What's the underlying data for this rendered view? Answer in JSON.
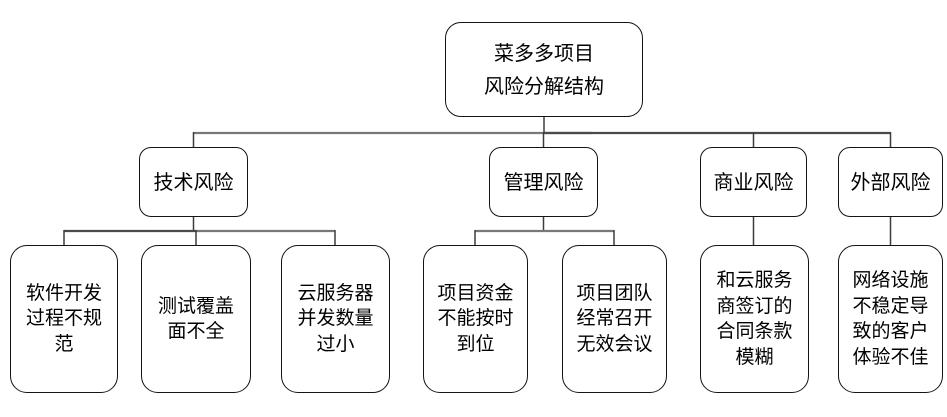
{
  "diagram": {
    "type": "tree",
    "root": {
      "line1": "菜多多项目",
      "line2": "风险分解结构"
    },
    "level2": [
      {
        "label": "技术风险"
      },
      {
        "label": "管理风险"
      },
      {
        "label": "商业风险"
      },
      {
        "label": "外部风险"
      }
    ],
    "leaves": [
      {
        "label": "软件开发过程不规范",
        "parent": "技术风险"
      },
      {
        "label": "测试覆盖面不全",
        "parent": "技术风险"
      },
      {
        "label": "云服务器并发数量过小",
        "parent": "技术风险"
      },
      {
        "label": "项目资金不能按时到位",
        "parent": "管理风险"
      },
      {
        "label": "项目团队经常召开无效会议",
        "parent": "管理风险"
      },
      {
        "label": "和云服务商签订的合同条款模糊",
        "parent": "商业风险"
      },
      {
        "label": "网络设施不稳定导致的客户体验不佳",
        "parent": "外部风险"
      }
    ],
    "colors": {
      "background": "#ffffff",
      "box_border": "#141414",
      "text": "#000000",
      "connector_vertical": "#3c3c3c",
      "connector_bus_gray": "#787878",
      "connector_bus_dark": "#4a4a4a"
    }
  }
}
